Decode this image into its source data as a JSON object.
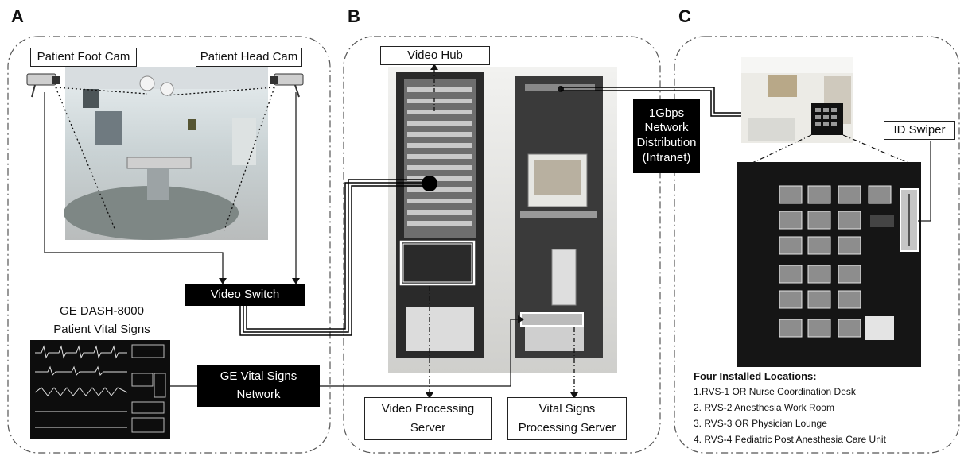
{
  "panels": {
    "a_label": "A",
    "b_label": "B",
    "c_label": "C"
  },
  "panel_a": {
    "foot_cam": "Patient Foot Cam",
    "head_cam": "Patient Head Cam",
    "video_switch": "Video Switch",
    "monitor_title_1": "GE DASH-8000",
    "monitor_title_2": "Patient Vital Signs",
    "vital_network_1": "GE Vital Signs",
    "vital_network_2": "Network"
  },
  "panel_b": {
    "video_hub": "Video Hub",
    "video_server_1": "Video Processing",
    "video_server_2": "Server",
    "vital_server_1": "Vital Signs",
    "vital_server_2": "Processing Server"
  },
  "network": {
    "line1": "1Gbps",
    "line2": "Network",
    "line3": "Distribution",
    "line4": "(Intranet)"
  },
  "panel_c": {
    "id_swiper": "ID Swiper",
    "locations_title": "Four Installed Locations:",
    "locations": [
      "1.RVS-1 OR Nurse Coordination Desk",
      "2. RVS-2 Anesthesia Work Room",
      "3. RVS-3 OR Physician Lounge",
      "4. RVS-4 Pediatric Post Anesthesia Care Unit"
    ]
  }
}
